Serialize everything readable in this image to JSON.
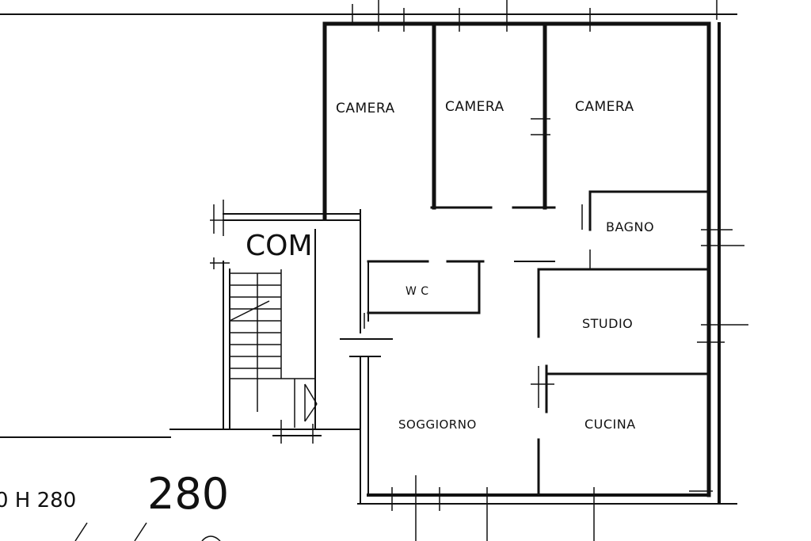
{
  "rooms": {
    "camera_1": "CAMERA",
    "camera_2": "CAMERA",
    "camera_3": "CAMERA",
    "bagno": "BAGNO",
    "wc": "W C",
    "studio": "STUDIO",
    "soggiorno": "SOGGIORNO",
    "cucina": "CUCINA",
    "com": "COM"
  },
  "notes": {
    "height_left": "0 H 280",
    "height_big": "280"
  }
}
